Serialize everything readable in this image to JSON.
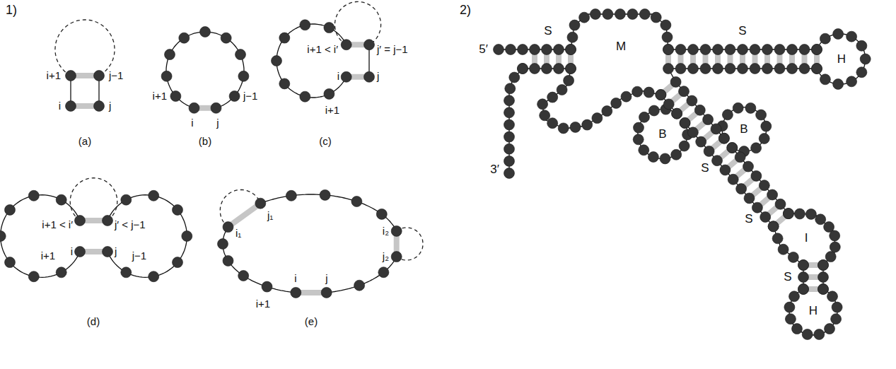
{
  "diagram": {
    "labels": [
      "1)",
      "i+1",
      "j−1",
      "i",
      "j",
      "(a)",
      "i+1",
      "j−1",
      "i",
      "j",
      "(b)",
      "i+1 < i′",
      "j′ = j−1",
      "i",
      "j",
      "i+1",
      "(c)",
      "i+1 < i′",
      "j′ < j−1",
      "i",
      "j",
      "i+1",
      "j−1",
      "(d)",
      "i₁",
      "j₁",
      "i₂",
      "j₂",
      "i",
      "j",
      "i+1",
      "(e)",
      "2)",
      "S",
      "S",
      "5′",
      "M",
      "H",
      "B",
      "B",
      "S",
      "S",
      "I",
      "S",
      "H",
      "3′"
    ]
  }
}
